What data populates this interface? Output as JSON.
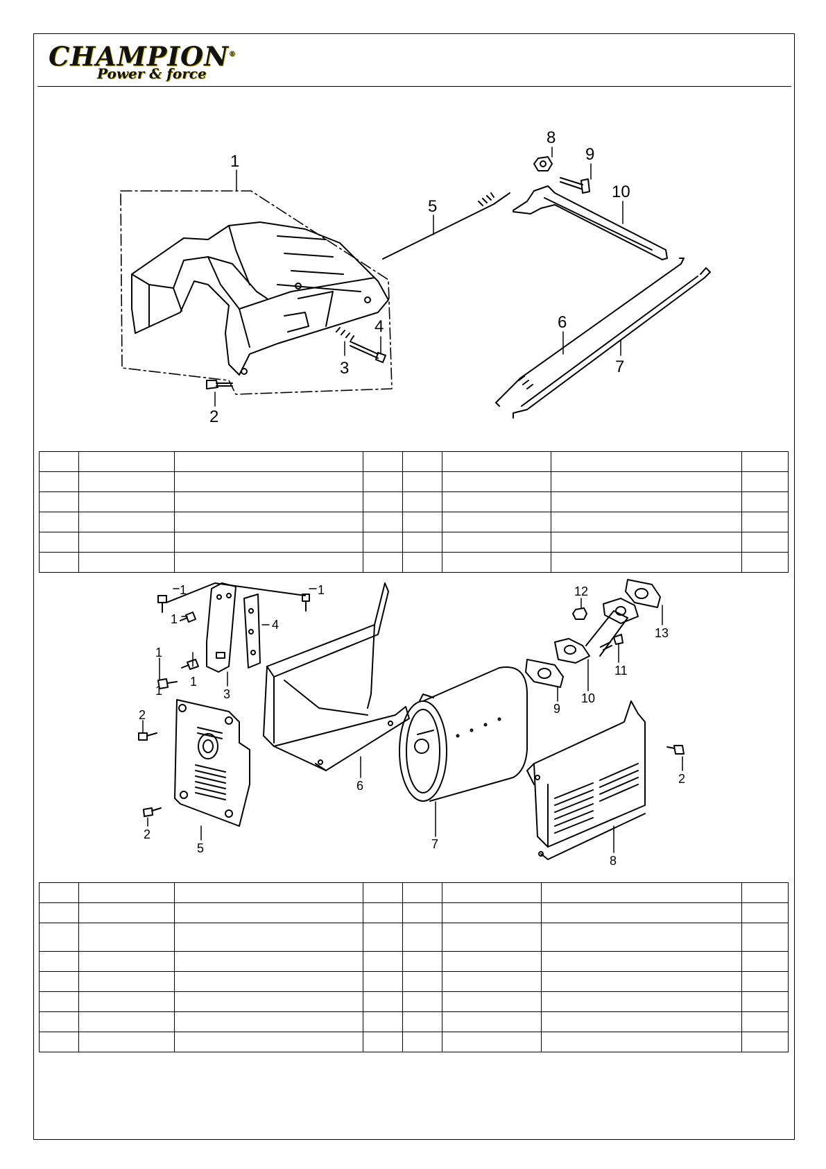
{
  "header": {
    "brand_name": "CHAMPION",
    "brand_registered": "®",
    "brand_tagline": "Power & force",
    "brand_colors": {
      "text": "#111111",
      "accent": "#c8b400"
    }
  },
  "diagram_top": {
    "callouts": [
      "1",
      "2",
      "3",
      "4",
      "5",
      "6",
      "7",
      "8",
      "9",
      "10"
    ]
  },
  "table_top": {
    "rows": [
      [
        "",
        "",
        "",
        "",
        "",
        "",
        "",
        ""
      ],
      [
        "",
        "",
        "",
        "",
        "",
        "",
        "",
        ""
      ],
      [
        "",
        "",
        "",
        "",
        "",
        "",
        "",
        ""
      ],
      [
        "",
        "",
        "",
        "",
        "",
        "",
        "",
        ""
      ],
      [
        "",
        "",
        "",
        "",
        "",
        "",
        "",
        ""
      ],
      [
        "",
        "",
        "",
        "",
        "",
        "",
        "",
        ""
      ]
    ]
  },
  "diagram_bottom": {
    "callouts": [
      "1",
      "1",
      "1",
      "1",
      "1",
      "1",
      "2",
      "2",
      "2",
      "3",
      "4",
      "5",
      "6",
      "7",
      "8",
      "9",
      "10",
      "11",
      "12",
      "13"
    ]
  },
  "table_bottom": {
    "rows": [
      [
        "",
        "",
        "",
        "",
        "",
        "",
        "",
        ""
      ],
      [
        "",
        "",
        "",
        "",
        "",
        "",
        "",
        ""
      ],
      [
        "",
        "",
        "",
        "",
        "",
        "",
        "",
        ""
      ],
      [
        "",
        "",
        "",
        "",
        "",
        "",
        "",
        ""
      ],
      [
        "",
        "",
        "",
        "",
        "",
        "",
        "",
        ""
      ],
      [
        "",
        "",
        "",
        "",
        "",
        "",
        "",
        ""
      ],
      [
        "",
        "",
        "",
        "",
        "",
        "",
        "",
        ""
      ],
      [
        "",
        "",
        "",
        "",
        "",
        "",
        "",
        ""
      ]
    ]
  }
}
